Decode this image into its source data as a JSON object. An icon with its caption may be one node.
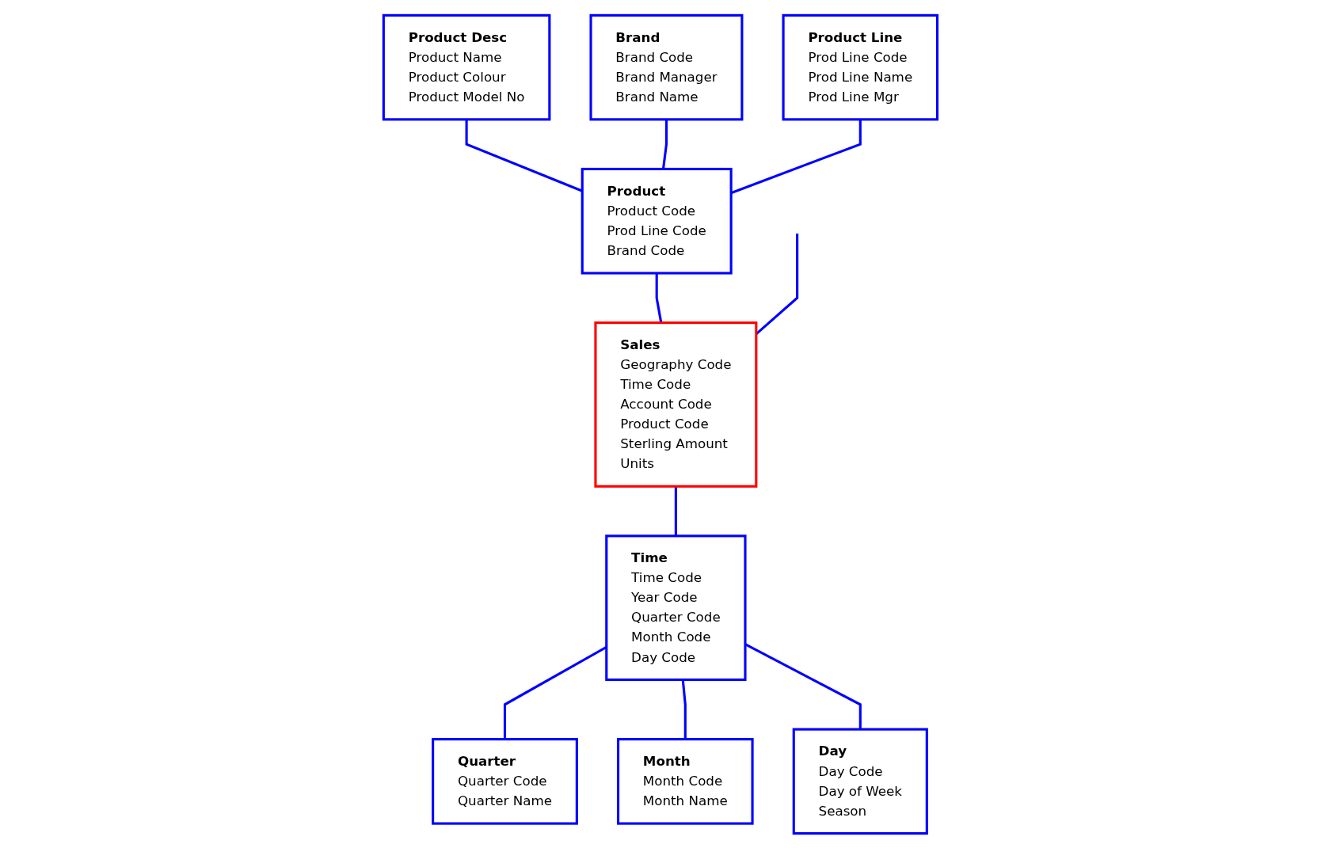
{
  "diagram": {
    "nodes": [
      {
        "text": [
          "Product Desc",
          "Product Name",
          "Product Colour",
          "Product Model No"
        ]
      },
      {
        "text": [
          "Brand",
          "Brand Code",
          "Brand Manager",
          "Brand Name"
        ]
      },
      {
        "text": [
          "Product Line",
          "Prod Line Code",
          "Prod Line Name",
          "Prod Line Mgr"
        ]
      },
      {
        "text": [
          "Product",
          "Product Code",
          "Prod Line Code",
          "Brand Code"
        ]
      },
      {
        "text": [
          "Quarter",
          "Quarter Code",
          "Quarter Name"
        ]
      },
      {
        "text": [
          "Sales",
          "Geography Code",
          "Time Code",
          "Account Code",
          "Product Code",
          "Sterling Amount",
          "Units"
        ]
      },
      {
        "text": [
          "Time",
          "Time Code",
          "Year Code",
          "Quarter Code",
          "Month Code",
          "Day Code"
        ]
      },
      {
        "text": [
          "Month",
          "Month Code",
          "Month Name"
        ]
      },
      {
        "text": [
          "Day",
          "Day Code",
          "Day of Week",
          "Season"
        ]
      }
    ],
    "edges": [
      {
        "from": 0,
        "to": 3,
        "arrow": "none"
      },
      {
        "from": 1,
        "to": 3,
        "arrow": "none"
      },
      {
        "from": 2,
        "to": 3,
        "arrow": "none"
      },
      {
        "from": 3,
        "to": 5,
        "arrow": "none"
      },
      {
        "from": null,
        "to": 5,
        "arrow": "none"
      },
      {
        "from": 5,
        "to": 6,
        "arrow": "none"
      },
      {
        "from": 6,
        "to": 4,
        "arrow": "none"
      },
      {
        "from": 6,
        "to": 7,
        "arrow": "none"
      },
      {
        "from": 6,
        "to": 8,
        "arrow": "none"
      }
    ]
  }
}
